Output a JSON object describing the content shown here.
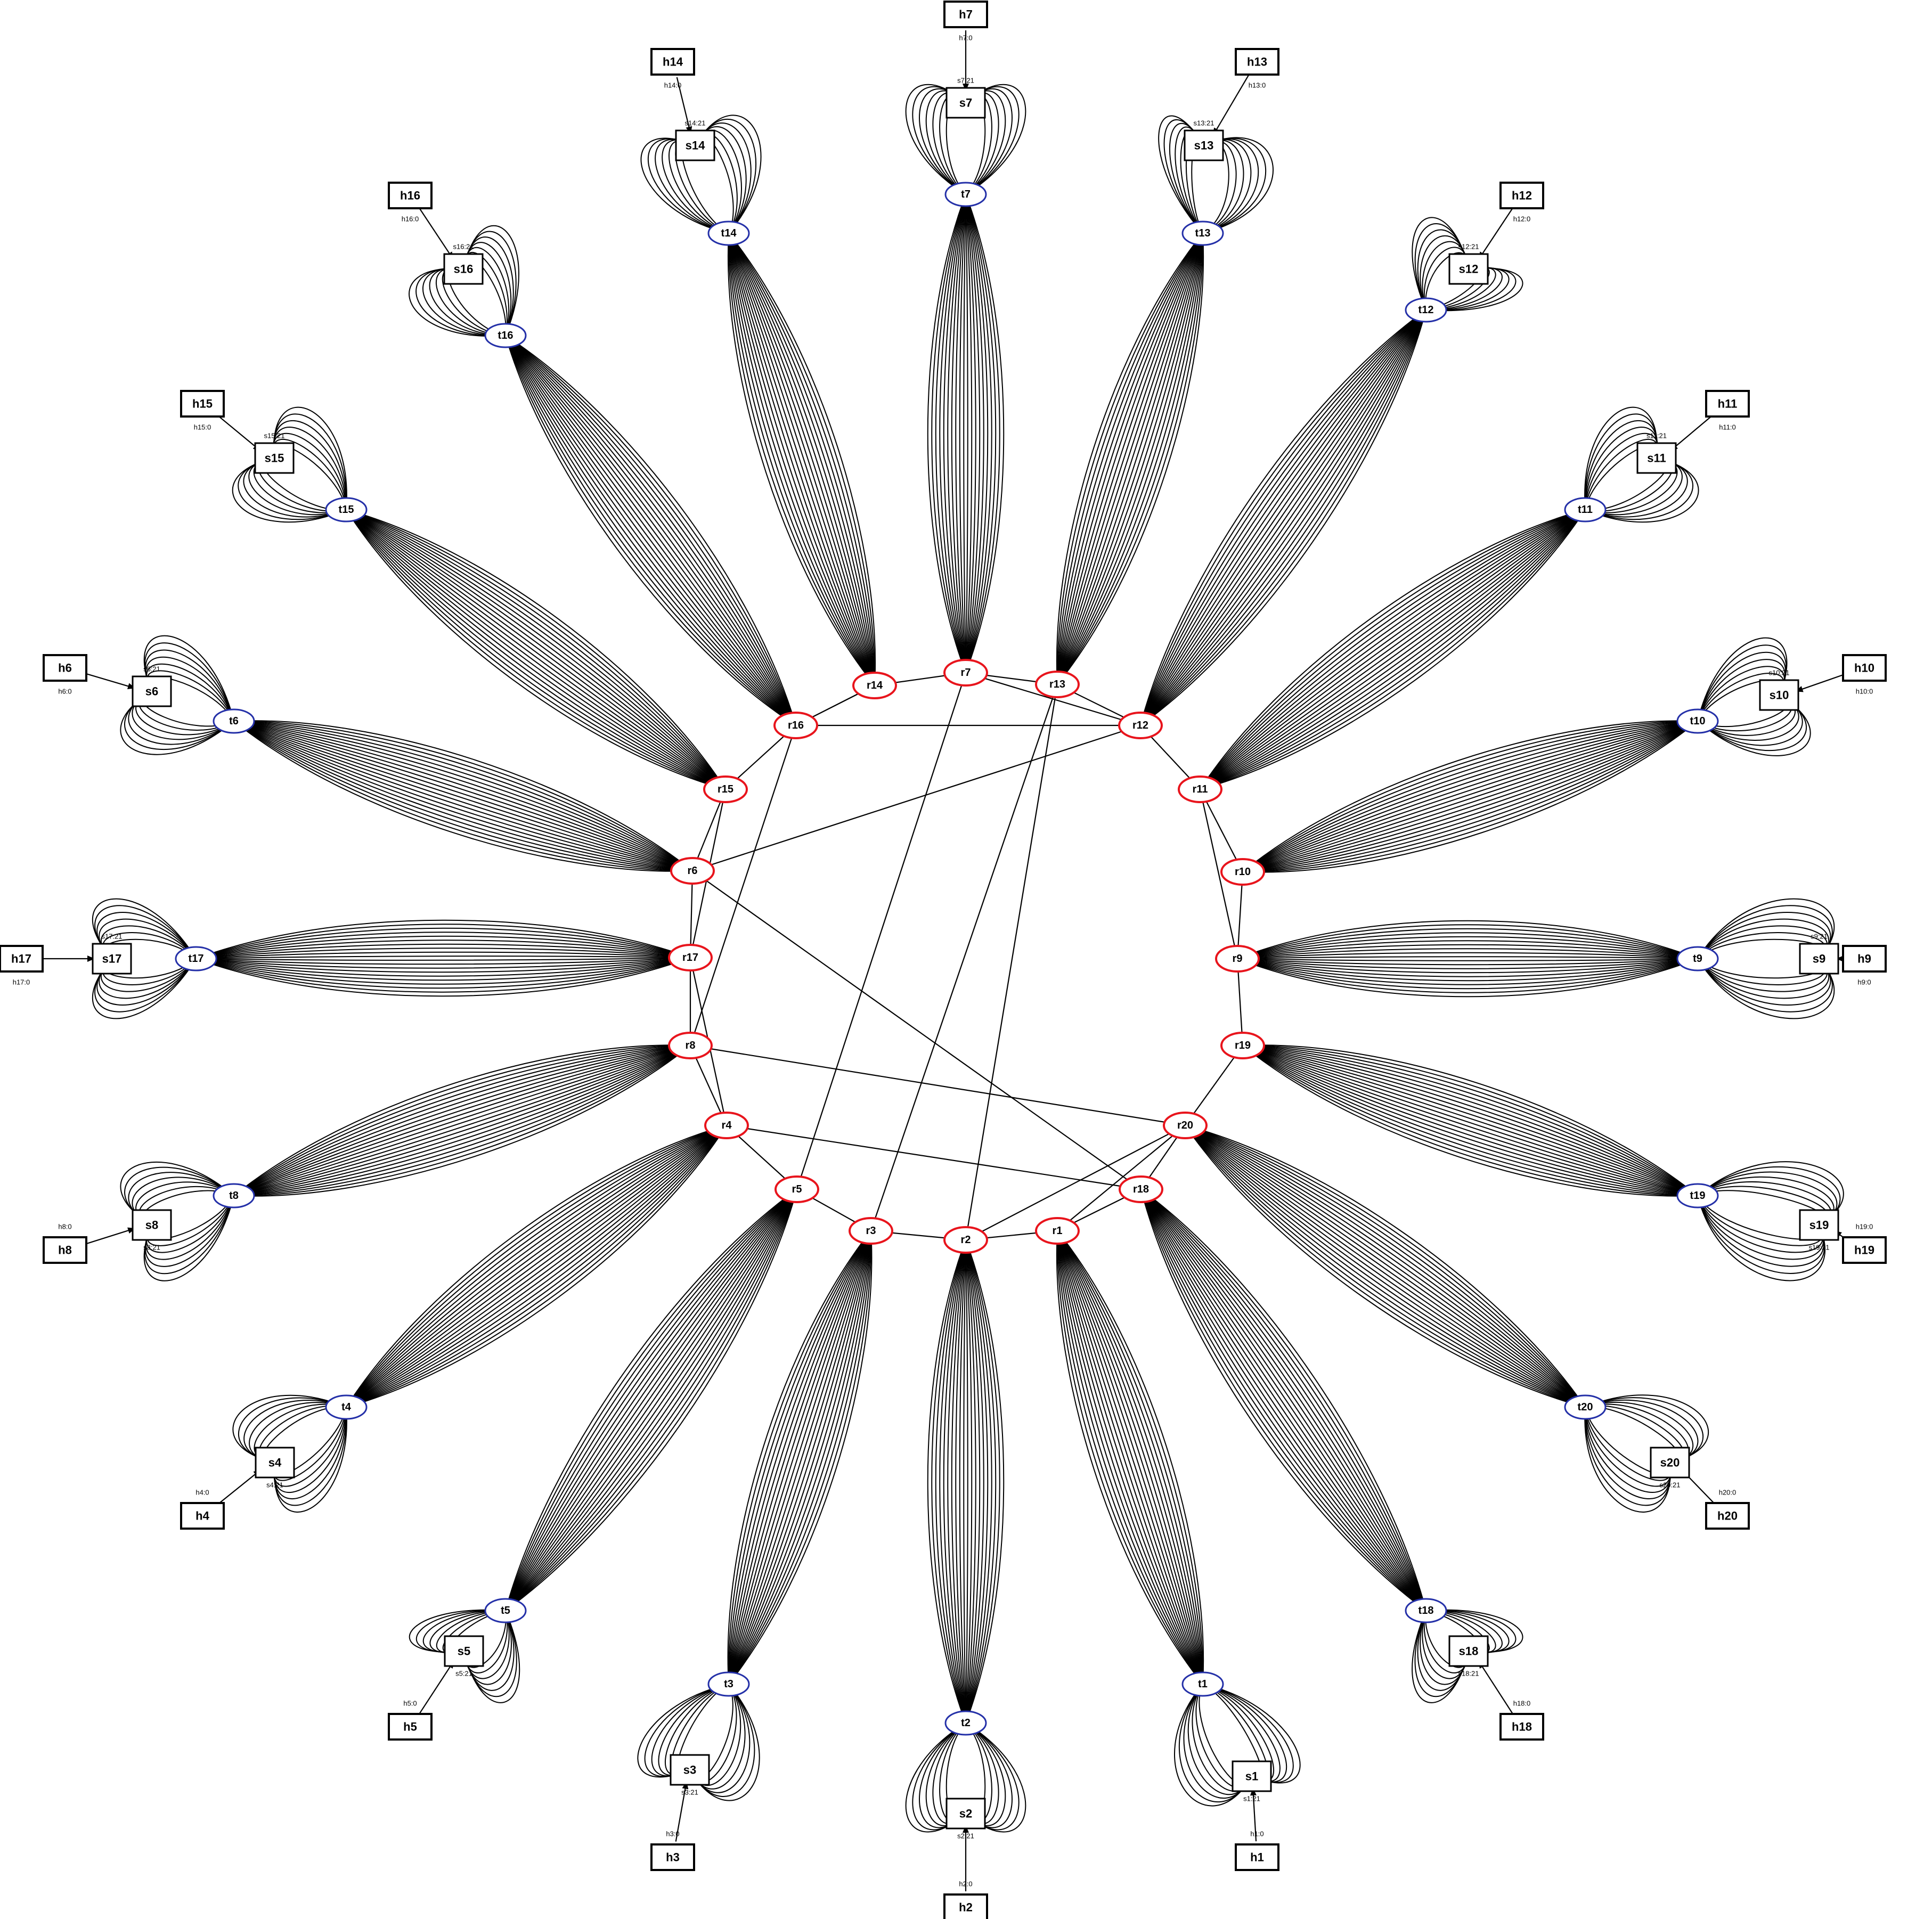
{
  "diagram": {
    "hosts": [
      "h1",
      "h2",
      "h3",
      "h4",
      "h5",
      "h6",
      "h7",
      "h8",
      "h9",
      "h10",
      "h11",
      "h12",
      "h13",
      "h14",
      "h15",
      "h16",
      "h17",
      "h18",
      "h19",
      "h20"
    ],
    "switches": [
      "s1",
      "s2",
      "s3",
      "s4",
      "s5",
      "s6",
      "s7",
      "s8",
      "s9",
      "s10",
      "s11",
      "s12",
      "s13",
      "s14",
      "s15",
      "s16",
      "s17",
      "s18",
      "s19",
      "s20"
    ],
    "tor_nodes": [
      "t1",
      "t2",
      "t3",
      "t4",
      "t5",
      "t6",
      "t7",
      "t8",
      "t9",
      "t10",
      "t11",
      "t12",
      "t13",
      "t14",
      "t15",
      "t16",
      "t17",
      "t18",
      "t19",
      "t20"
    ],
    "router_nodes": [
      "r1",
      "r2",
      "r3",
      "r4",
      "r5",
      "r6",
      "r7",
      "r8",
      "r9",
      "r10",
      "r11",
      "r12",
      "r13",
      "r14",
      "r15",
      "r16",
      "r17",
      "r18",
      "r19",
      "r20"
    ],
    "host_ports": {
      "h1": "h1:0",
      "h2": "h2:0",
      "h3": "h3:0",
      "h4": "h4:0",
      "h5": "h5:0",
      "h6": "h6:0",
      "h7": "h7:0",
      "h8": "h8:0",
      "h9": "h9:0",
      "h10": "h10:0",
      "h11": "h11:0",
      "h12": "h12:0",
      "h13": "h13:0",
      "h14": "h14:0",
      "h15": "h15:0",
      "h16": "h16:0",
      "h17": "h17:0",
      "h18": "h18:0",
      "h19": "h19:0",
      "h20": "h20:0"
    },
    "switch_uplink_ports": {
      "s1": "s1:21",
      "s2": "s2:21",
      "s3": "s3:21",
      "s4": "s4:21",
      "s5": "s5:21",
      "s6": "s6:21",
      "s7": "s7:21",
      "s8": "s8:21",
      "s9": "s9:21",
      "s10": "s10:21",
      "s11": "s11:21",
      "s12": "s12:21",
      "s13": "s13:21",
      "s14": "s14:21",
      "s15": "s15:21",
      "s16": "s16:21",
      "s17": "s17:21",
      "s18": "s18:21",
      "s19": "s19:21",
      "s20": "s20:21"
    },
    "router_links": [
      [
        "r7",
        "r14"
      ],
      [
        "r7",
        "r13"
      ],
      [
        "r13",
        "r12"
      ],
      [
        "r12",
        "r16"
      ],
      [
        "r16",
        "r14"
      ],
      [
        "r16",
        "r15"
      ],
      [
        "r16",
        "r8"
      ],
      [
        "r15",
        "r6"
      ],
      [
        "r15",
        "r17"
      ],
      [
        "r6",
        "r17"
      ],
      [
        "r6",
        "r12"
      ],
      [
        "r6",
        "r18"
      ],
      [
        "r17",
        "r8"
      ],
      [
        "r17",
        "r4"
      ],
      [
        "r8",
        "r4"
      ],
      [
        "r8",
        "r20"
      ],
      [
        "r4",
        "r5"
      ],
      [
        "r4",
        "r18"
      ],
      [
        "r5",
        "r3"
      ],
      [
        "r5",
        "r7"
      ],
      [
        "r3",
        "r2"
      ],
      [
        "r3",
        "r13"
      ],
      [
        "r2",
        "r1"
      ],
      [
        "r2",
        "r13"
      ],
      [
        "r2",
        "r20"
      ],
      [
        "r1",
        "r18"
      ],
      [
        "r1",
        "r20"
      ],
      [
        "r18",
        "r20"
      ],
      [
        "r20",
        "r19"
      ],
      [
        "r19",
        "r9"
      ],
      [
        "r9",
        "r10"
      ],
      [
        "r10",
        "r11"
      ],
      [
        "r11",
        "r12"
      ],
      [
        "r11",
        "r9"
      ],
      [
        "r12",
        "r7"
      ],
      [
        "r14",
        "r16"
      ]
    ],
    "colors": {
      "router_outline": "#e8141c",
      "tor_outline": "#2430a8",
      "edge": "#000000",
      "box_outline": "#000000",
      "background": "#ffffff"
    }
  }
}
